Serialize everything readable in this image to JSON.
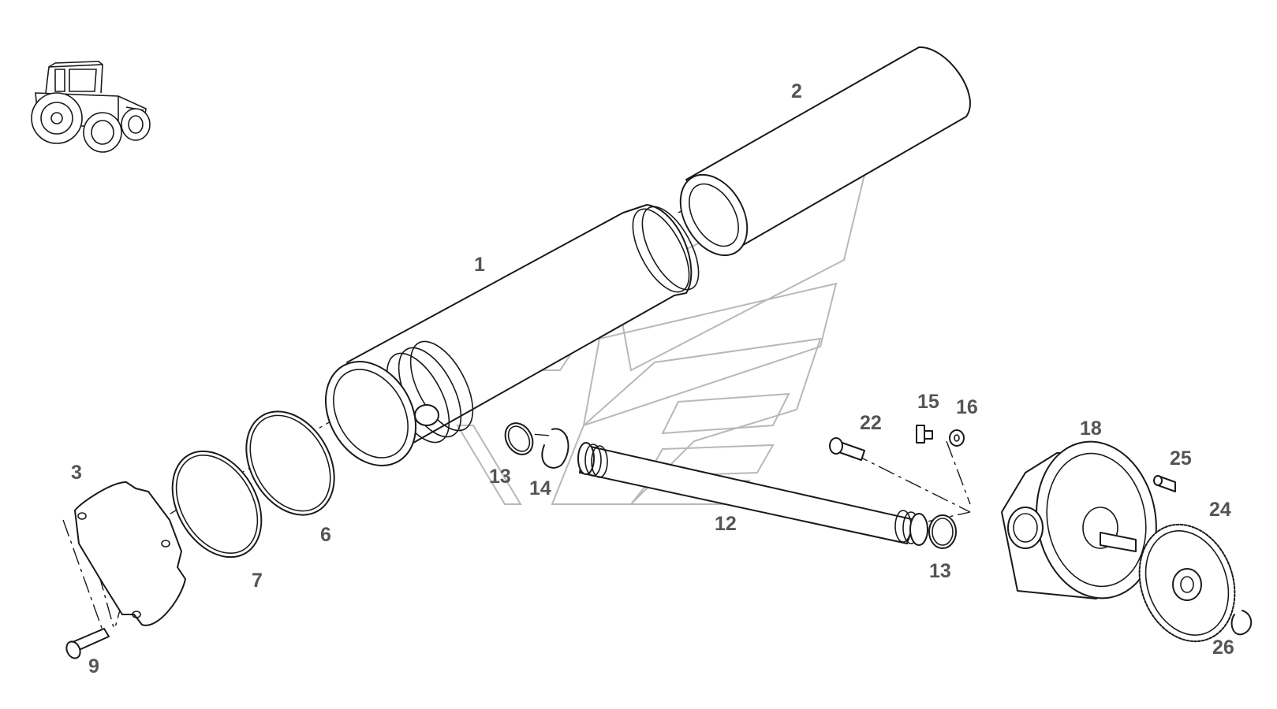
{
  "diagram": {
    "callouts": {
      "c1": "1",
      "c2": "2",
      "c3": "3",
      "c6": "6",
      "c7": "7",
      "c9": "9",
      "c12": "12",
      "c13a": "13",
      "c13b": "13",
      "c14": "14",
      "c15": "15",
      "c16": "16",
      "c18": "18",
      "c22": "22",
      "c24": "24",
      "c25": "25",
      "c26": "26"
    },
    "colors": {
      "line": "#1a1a1a",
      "callout": "#555555",
      "watermark": "#b8b8b8"
    },
    "icons": [
      "tractor-icon",
      "watermark-logo"
    ]
  }
}
